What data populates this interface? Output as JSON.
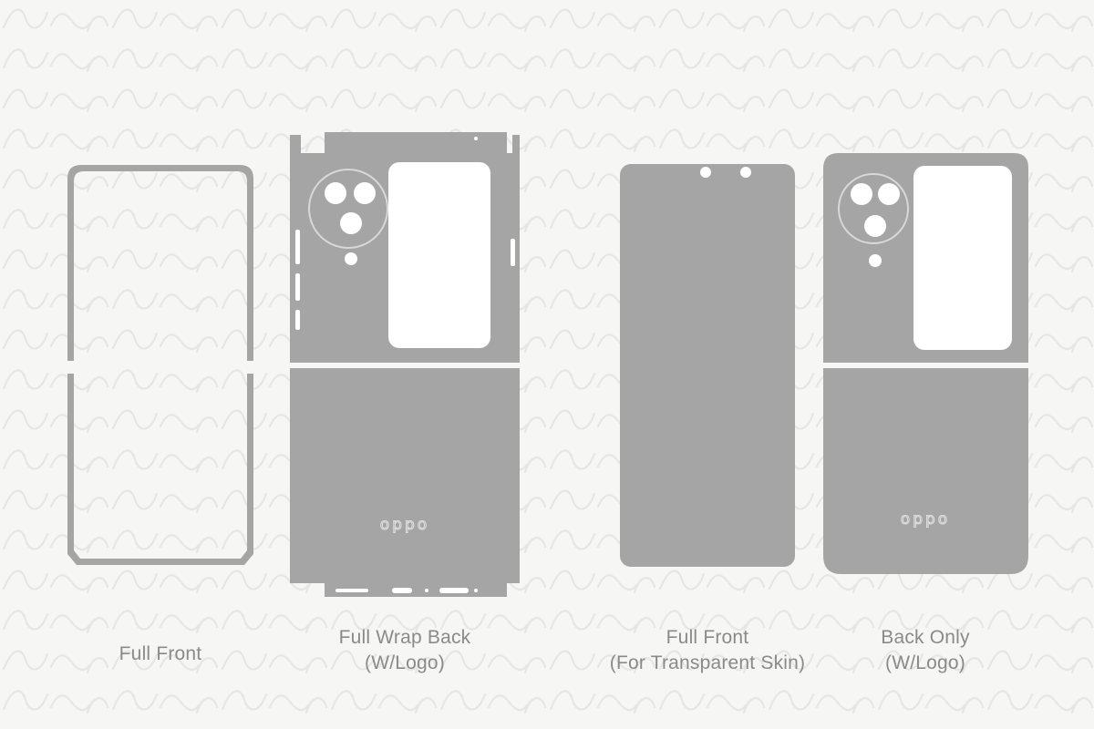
{
  "watermark": {
    "text": "ƎRSV"
  },
  "brand": {
    "logo_text": "oppo"
  },
  "templates": [
    {
      "id": "full-front",
      "lines": [
        "Full Front"
      ]
    },
    {
      "id": "full-wrap-back",
      "lines": [
        "Full Wrap Back",
        "(W/Logo)"
      ]
    },
    {
      "id": "full-front-transparent",
      "lines": [
        "Full Front",
        "(For Transparent Skin)"
      ]
    },
    {
      "id": "back-only",
      "lines": [
        "Back Only",
        "(W/Logo)"
      ]
    }
  ],
  "colors": {
    "background": "#f6f6f5",
    "skin": "#a5a5a5",
    "cutout": "#ffffff",
    "caption": "#8a8a8a",
    "watermark": "#e8e8e6"
  }
}
